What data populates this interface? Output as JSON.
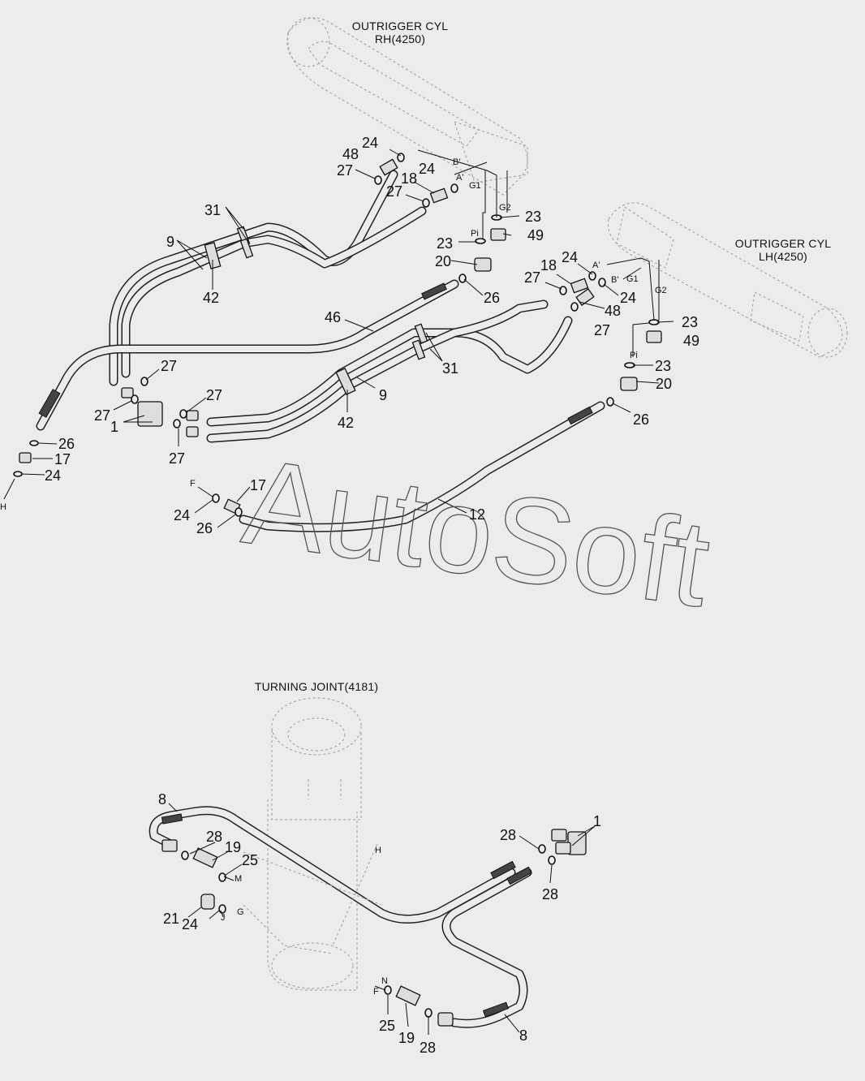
{
  "headers": {
    "rh_cyl_line1": "OUTRIGGER CYL",
    "rh_cyl_line2": "RH(4250)",
    "lh_cyl_line1": "OUTRIGGER CYL",
    "lh_cyl_line2": "LH(4250)",
    "turning_joint": "TURNING JOINT(4181)"
  },
  "watermark": "AutoSoft",
  "upper_callouts": {
    "c24a": "24",
    "c48a": "48",
    "c27a": "27",
    "c24b": "24",
    "c18a": "18",
    "c27b": "27",
    "c23a": "23",
    "c23b": "23",
    "c49a": "49",
    "c20a": "20",
    "c26a": "26",
    "c31a": "31",
    "c9a": "9",
    "c42a": "42",
    "c46": "46",
    "c24c": "24",
    "c18b": "18",
    "c27c": "27",
    "c24d": "24",
    "c48b": "48",
    "c27d": "27",
    "c23c": "23",
    "c49b": "49",
    "c23d": "23",
    "c20b": "20",
    "c26b": "26",
    "c31b": "31",
    "c9b": "9",
    "c42b": "42",
    "c27e": "27",
    "c27f": "27",
    "c27g": "27",
    "c1a": "1",
    "c27h": "27",
    "c26c": "26",
    "c17a": "17",
    "c24e": "24",
    "c17b": "17",
    "c24f": "24",
    "c26d": "26",
    "c12": "12"
  },
  "upper_ports": {
    "pB1": "B'",
    "pA1": "A'",
    "pG1a": "G1",
    "pG2a": "G2",
    "pPi1": "Pi",
    "pA2": "A'",
    "pB2": "B'",
    "pG1b": "G1",
    "pG2b": "G2",
    "pPi2": "Pi",
    "pH1": "H",
    "pF1": "F"
  },
  "lower_callouts": {
    "c8a": "8",
    "c28a": "28",
    "c19a": "19",
    "c25a": "25",
    "c21": "21",
    "c24g": "24",
    "c28b": "28",
    "c1b": "1",
    "c28c": "28",
    "c25b": "25",
    "c19b": "19",
    "c28d": "28",
    "c8b": "8"
  },
  "lower_ports": {
    "pM": "M",
    "pJ": "J",
    "pG": "G",
    "pH2": "H",
    "pN": "N",
    "pF2": "F"
  }
}
